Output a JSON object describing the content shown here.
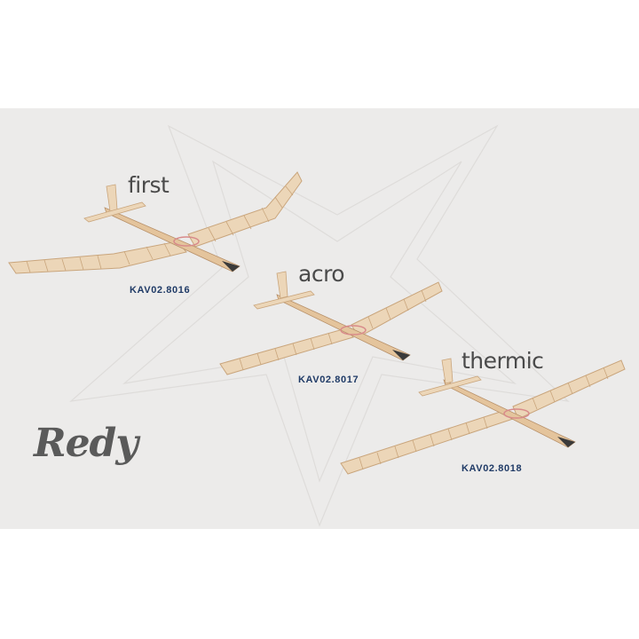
{
  "brand": "Redy",
  "models": [
    {
      "name": "first",
      "code": "KAV02.8016"
    },
    {
      "name": "acro",
      "code": "KAV02.8017"
    },
    {
      "name": "thermic",
      "code": "KAV02.8018"
    }
  ],
  "colors": {
    "background": "#ecebea",
    "balsa": "#e9cfae",
    "balsa_dark": "#c9a57c",
    "code_text": "#1f3a66"
  }
}
